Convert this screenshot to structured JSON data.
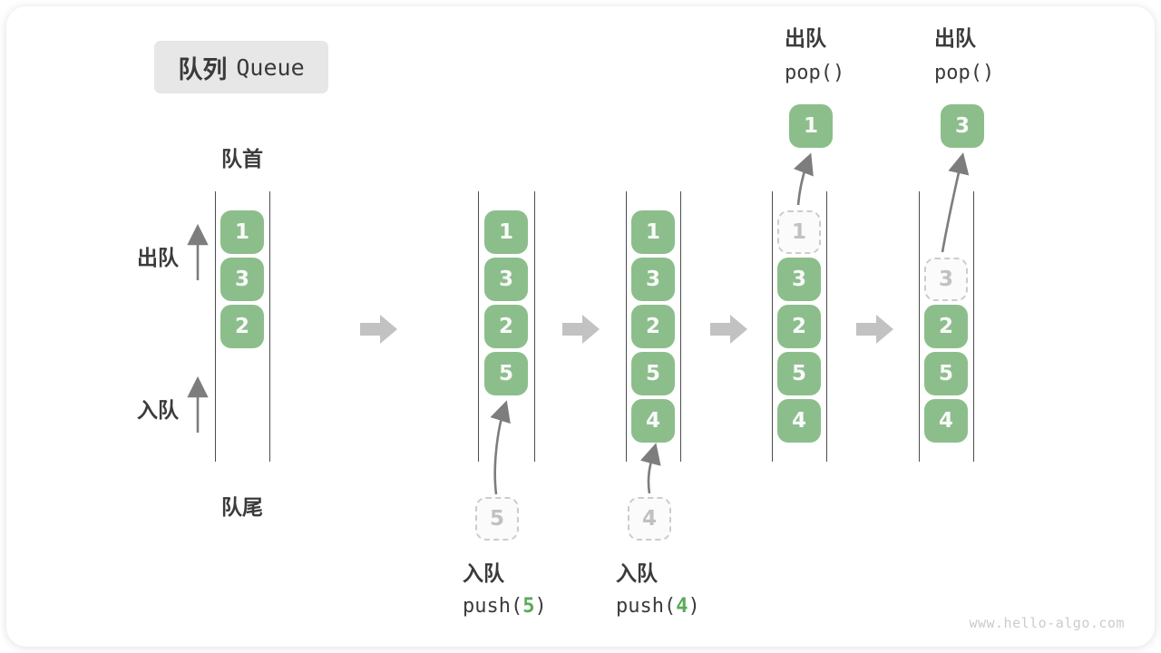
{
  "diagram_title": {
    "zh": "队列",
    "en": "Queue"
  },
  "labels": {
    "front": "队首",
    "rear": "队尾",
    "dequeue": "出队",
    "enqueue": "入队"
  },
  "operations": {
    "pop_first": {
      "label": "出队",
      "code": "pop()",
      "value": "1"
    },
    "pop_second": {
      "label": "出队",
      "code": "pop()",
      "value": "3"
    },
    "push_first": {
      "label": "入队",
      "code_open": "push(",
      "arg": "5",
      "code_close": ")"
    },
    "push_second": {
      "label": "入队",
      "code_open": "push(",
      "arg": "4",
      "code_close": ")"
    }
  },
  "columns": [
    {
      "name": "state-initial",
      "cells": [
        {
          "value": "1"
        },
        {
          "value": "3"
        },
        {
          "value": "2"
        }
      ]
    },
    {
      "name": "state-after-push-5",
      "cells": [
        {
          "value": "1"
        },
        {
          "value": "3"
        },
        {
          "value": "2"
        },
        {
          "value": "5"
        }
      ],
      "pending": {
        "value": "5"
      }
    },
    {
      "name": "state-after-push-4",
      "cells": [
        {
          "value": "1"
        },
        {
          "value": "3"
        },
        {
          "value": "2"
        },
        {
          "value": "5"
        },
        {
          "value": "4"
        }
      ],
      "pending": {
        "value": "4"
      }
    },
    {
      "name": "state-after-pop-1",
      "ghost": {
        "value": "1"
      },
      "cells": [
        {
          "value": "3"
        },
        {
          "value": "2"
        },
        {
          "value": "5"
        },
        {
          "value": "4"
        }
      ],
      "popped": {
        "value": "1"
      }
    },
    {
      "name": "state-after-pop-3",
      "ghost": {
        "value": "3"
      },
      "cells": [
        {
          "value": "2"
        },
        {
          "value": "5"
        },
        {
          "value": "4"
        }
      ],
      "popped": {
        "value": "3"
      }
    }
  ],
  "watermark": "www.hello-algo.com",
  "colors": {
    "cell_green": "#8cbe8c",
    "arg_green": "#5aaa5a",
    "text_dark": "#3b3b3b",
    "block_arrow_gray": "#c2c2c2",
    "thin_arrow_gray": "#7d7d7d",
    "ghost_border": "#cccccc",
    "ghost_text": "#c1c1c1",
    "title_bg": "#e7e7e7",
    "watermark_gray": "#cbcbcb"
  }
}
